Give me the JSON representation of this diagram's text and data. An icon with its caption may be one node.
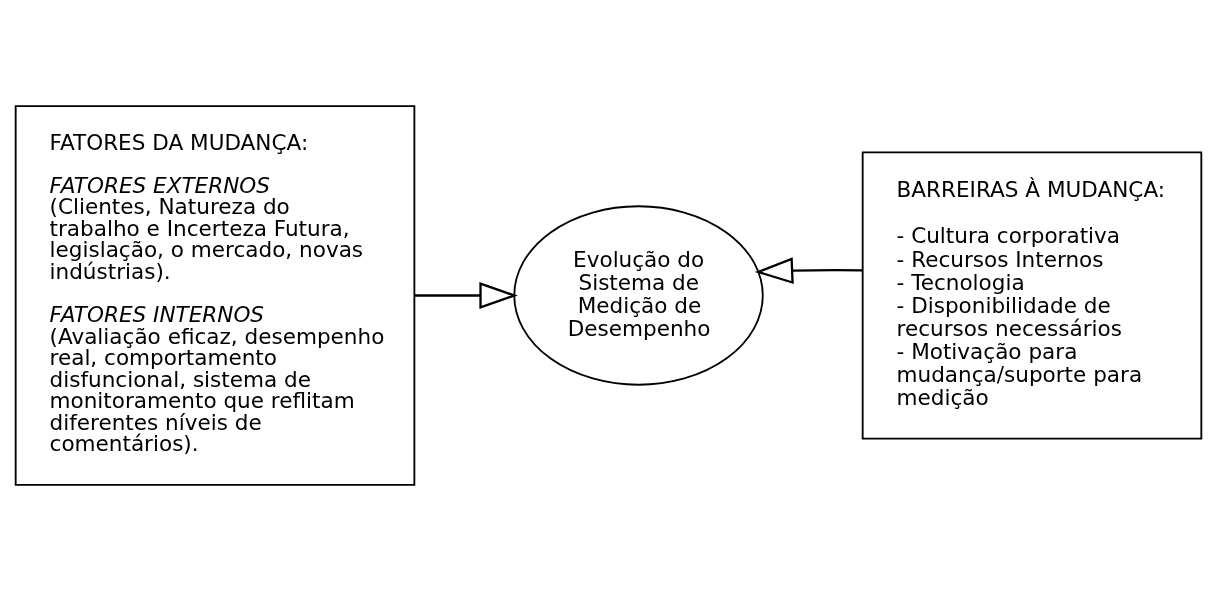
{
  "diagram": {
    "nodes": [
      {
        "text": [
          "FATORES DA MUDANÇA:",
          "FATORES EXTERNOS",
          "(Clientes, Natureza do trabalho e Incerteza Futura, legislação, o mercado, novas indústrias).",
          "FATORES INTERNOS",
          "(Avaliação eficaz, desempenho real, comportamento disfuncional, sistema de monitoramento que reflitam diferentes níveis de comentários)."
        ]
      },
      {
        "text": [
          "Evolução do Sistema de Medição de Desempenho"
        ]
      },
      {
        "text": [
          "BARREIRAS À MUDANÇA:",
          "- Cultura corporativa",
          "- Recursos Internos",
          "- Tecnologia",
          "- Disponibilidade de recursos necessários",
          "- Motivação para mudança/suporte para medição"
        ]
      }
    ],
    "edges": [
      {
        "from": 0,
        "to": 1,
        "arrow": "to"
      },
      {
        "from": 2,
        "to": 1,
        "arrow": "to"
      }
    ]
  }
}
